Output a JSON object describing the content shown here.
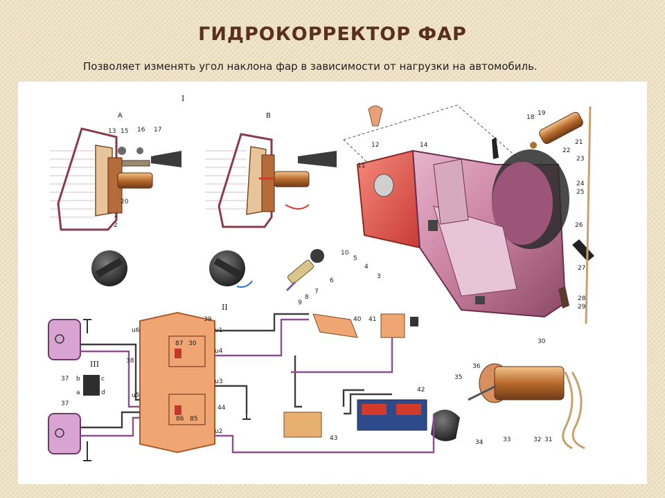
{
  "slide": {
    "title": "ГИДРОКОРРЕКТОР ФАР",
    "subtitle": "Позволяет изменять угол наклона фар в зависимости от нагрузки на автомобиль."
  },
  "figure": {
    "section_labels": [
      "I",
      "II",
      "III"
    ],
    "view_labels": [
      "А",
      "В"
    ],
    "connector_pins": [
      "a",
      "b",
      "c",
      "d"
    ],
    "relay_pins": [
      "87",
      "30",
      "86",
      "85"
    ],
    "block_pins": [
      "u6",
      "u1",
      "u4",
      "u3",
      "u2",
      "u5"
    ],
    "callouts": [
      "1",
      "2",
      "3",
      "4",
      "5",
      "6",
      "7",
      "8",
      "9",
      "10",
      "11",
      "12",
      "13",
      "14",
      "15",
      "16",
      "17",
      "18",
      "19",
      "20",
      "21",
      "22",
      "23",
      "24",
      "25",
      "26",
      "27",
      "28",
      "29",
      "30",
      "31",
      "32",
      "33",
      "34",
      "35",
      "36",
      "37",
      "38",
      "39",
      "40",
      "41",
      "42",
      "43",
      "44"
    ]
  },
  "colors": {
    "title": "#5a2f1c",
    "background": "#efe3c6",
    "headlamp_body": "#c9809f",
    "lens_red": "#e4574c",
    "fuse_block": "#f0a673",
    "wire_dark": "#3d3d3d",
    "wire_purple": "#8a4d8f"
  }
}
